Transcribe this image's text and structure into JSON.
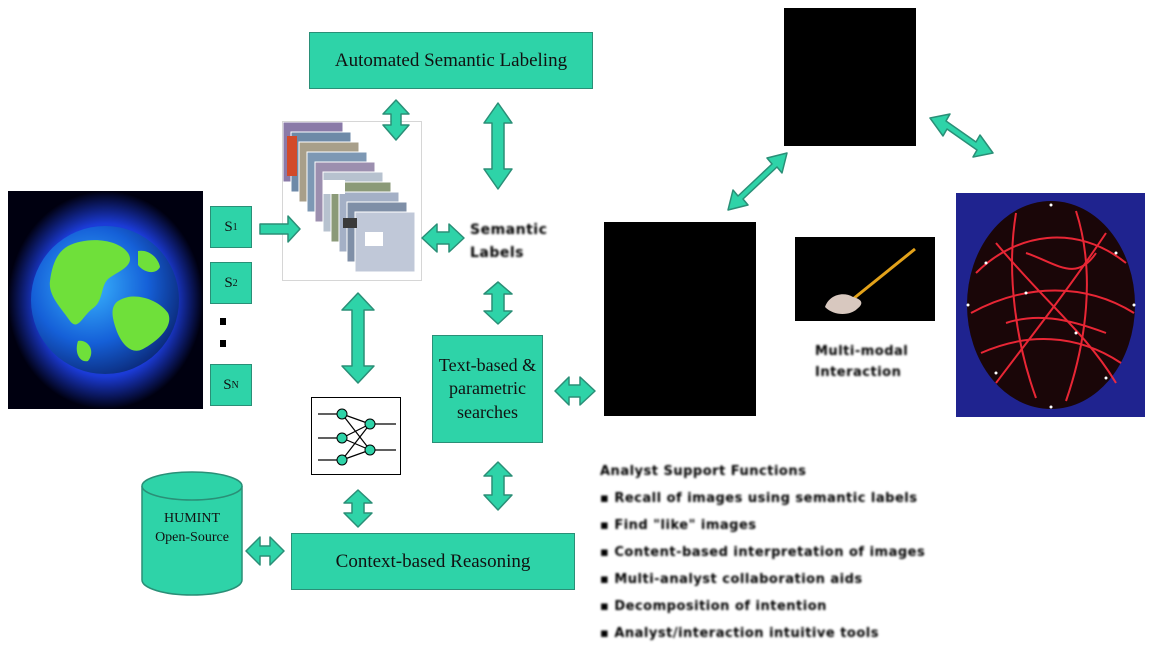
{
  "labels": {
    "auto_semantic": "Automated Semantic Labeling",
    "text_search_lines": [
      "Text-based &",
      "parametric",
      "searches"
    ],
    "context": "Context-based Reasoning",
    "humint_lines": [
      "HUMINT",
      "Open-Source"
    ],
    "semantic_labels_lines": [
      "Semantic",
      "Labels"
    ],
    "multimodal_lines": [
      "Multi-modal",
      "Interaction"
    ]
  },
  "sensors": [
    {
      "base": "S",
      "sub": "1"
    },
    {
      "base": "S",
      "sub": "2"
    },
    {
      "base": "S",
      "sub": "N"
    }
  ],
  "analyst": {
    "heading": "Analyst Support Functions",
    "items": [
      "Recall of images using semantic labels",
      "Find \"like\" images",
      "Content-based interpretation of images",
      "Multi-analyst collaboration aids",
      "Decomposition of intention",
      "Analyst/interaction intuitive tools"
    ]
  },
  "colors": {
    "box_fill": "#2ed3a8",
    "box_border": "#2a8f77",
    "arrow_fill": "#2ed3a8"
  }
}
